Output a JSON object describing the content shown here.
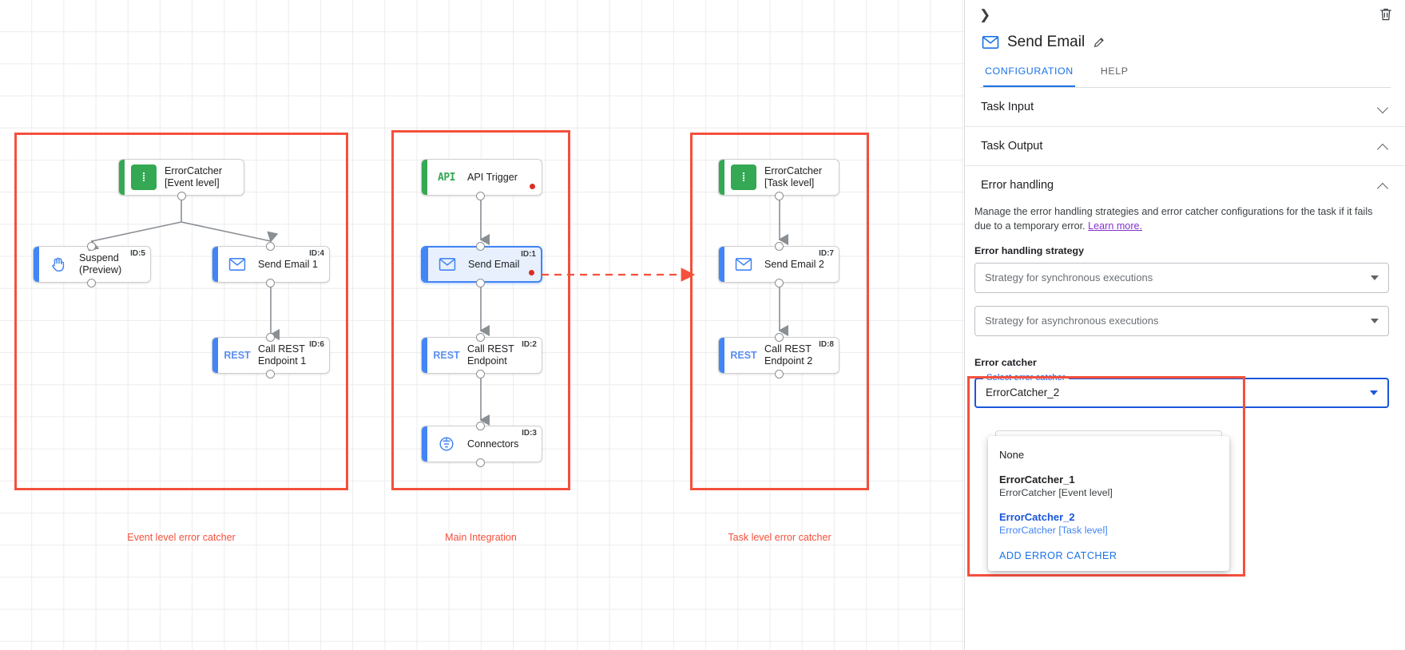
{
  "canvas": {
    "groups": [
      {
        "caption": "Event level error catcher"
      },
      {
        "caption": "Main Integration"
      },
      {
        "caption": "Task level error catcher"
      }
    ],
    "nodes": [
      {
        "key": "errorcatcher_event",
        "label": "ErrorCatcher\n[Event level]",
        "icon": "error-catcher-icon",
        "icon_text": "⋮",
        "id_badge": "",
        "accent": "green"
      },
      {
        "key": "suspend",
        "label": "Suspend\n(Preview)",
        "icon": "hand-icon",
        "icon_text": "✋",
        "id_badge": "ID:5",
        "accent": "blue"
      },
      {
        "key": "send_email_1",
        "label": "Send Email 1",
        "icon": "envelope-icon",
        "icon_text": "✉",
        "id_badge": "ID:4",
        "accent": "blue"
      },
      {
        "key": "call_rest_1",
        "label": "Call REST\nEndpoint 1",
        "icon": "rest-icon",
        "icon_text": "REST",
        "id_badge": "ID:6",
        "accent": "blue"
      },
      {
        "key": "api_trigger",
        "label": "API Trigger",
        "icon": "api-icon",
        "icon_text": "API",
        "id_badge": "",
        "accent": "green"
      },
      {
        "key": "send_email",
        "label": "Send Email",
        "icon": "envelope-icon",
        "icon_text": "✉",
        "id_badge": "ID:1",
        "accent": "blue"
      },
      {
        "key": "call_rest",
        "label": "Call REST\nEndpoint",
        "icon": "rest-icon",
        "icon_text": "REST",
        "id_badge": "ID:2",
        "accent": "blue"
      },
      {
        "key": "connectors",
        "label": "Connectors",
        "icon": "connectors-icon",
        "icon_text": "◉",
        "id_badge": "ID:3",
        "accent": "blue"
      },
      {
        "key": "errorcatcher_task",
        "label": "ErrorCatcher\n[Task level]",
        "icon": "error-catcher-icon",
        "icon_text": "⋮",
        "id_badge": "",
        "accent": "green"
      },
      {
        "key": "send_email_2",
        "label": "Send Email 2",
        "icon": "envelope-icon",
        "icon_text": "✉",
        "id_badge": "ID:7",
        "accent": "blue"
      },
      {
        "key": "call_rest_2",
        "label": "Call REST\nEndpoint 2",
        "icon": "rest-icon",
        "icon_text": "REST",
        "id_badge": "ID:8",
        "accent": "blue"
      }
    ]
  },
  "panel": {
    "collapse_icon": "chevron-right-icon",
    "delete_icon": "trash-icon",
    "title": "Send Email",
    "edit_icon": "pencil-icon",
    "task_icon": "envelope-icon",
    "tabs": [
      {
        "label": "CONFIGURATION",
        "active": true
      },
      {
        "label": "HELP",
        "active": false
      }
    ],
    "sections": {
      "task_input": {
        "title": "Task Input",
        "state": "collapsed"
      },
      "task_output": {
        "title": "Task Output",
        "state": "expanded"
      },
      "error_handling": {
        "title": "Error handling",
        "state": "expanded"
      }
    },
    "error_handling": {
      "description": "Manage the error handling strategies and error catcher configurations for the task if it fails due to a temporary error.",
      "learn_more": "Learn more.",
      "strategy_label": "Error handling strategy",
      "sync_placeholder": "Strategy for synchronous executions",
      "async_placeholder": "Strategy for asynchronous executions",
      "error_catcher_label": "Error catcher",
      "select_legend": "Select error catcher",
      "selected_value": "ErrorCatcher_2",
      "options": [
        {
          "primary": "None",
          "secondary": "",
          "selected": false,
          "bold": false
        },
        {
          "primary": "ErrorCatcher_1",
          "secondary": "ErrorCatcher [Event level]",
          "selected": false,
          "bold": true
        },
        {
          "primary": "ErrorCatcher_2",
          "secondary": "ErrorCatcher [Task level]",
          "selected": true,
          "bold": true
        }
      ],
      "add_button": "ADD ERROR CATCHER"
    }
  },
  "colors": {
    "highlight_red": "#f4503c",
    "accent_blue": "#1a73e8",
    "green": "#34a853",
    "learn_more_purple": "#8430ce"
  }
}
